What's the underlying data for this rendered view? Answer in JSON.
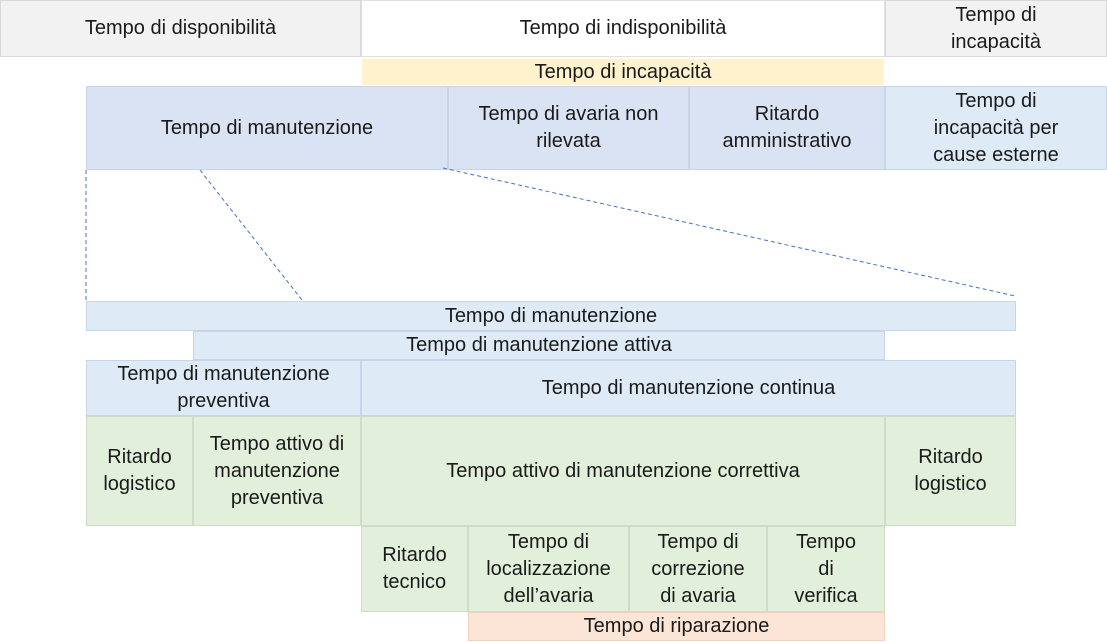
{
  "top": {
    "availability": "Tempo di disponibilità",
    "unavailability": "Tempo di indisponibilità",
    "incapacity": "Tempo di incapacità"
  },
  "incapacity_bar": "Tempo di incapacità",
  "breakdown": {
    "maintenance": "Tempo di manutenzione",
    "undetected_failure": "Tempo di avaria non rilevata",
    "admin_delay": "Ritardo amministrativo",
    "external_causes": "Tempo di incapacità per cause esterne"
  },
  "detail": {
    "maintenance": "Tempo di manutenzione",
    "active_maintenance": "Tempo di manutenzione attiva",
    "preventive": "Tempo di manutenzione preventiva",
    "continuous": "Tempo di manutenzione continua",
    "logistic_delay_left": "Ritardo logistico",
    "active_preventive": "Tempo attivo di manutenzione preventiva",
    "active_corrective": "Tempo attivo di manutenzione correttiva",
    "logistic_delay_right": "Ritardo logistico",
    "technical_delay": "Ritardo tecnico",
    "fault_localization": "Tempo di localizzazione dell’avaria",
    "fault_correction": "Tempo di correzione di avaria",
    "verification": "Tempo di verifica",
    "repair": "Tempo di riparazione"
  },
  "colors": {
    "grey": "#f2f2f2",
    "yellow": "#fff2cc",
    "blue": "#dae3f3",
    "light_blue": "#deebf7",
    "green": "#e2efda",
    "orange": "#fbe5d6",
    "connector": "#4472c4"
  }
}
